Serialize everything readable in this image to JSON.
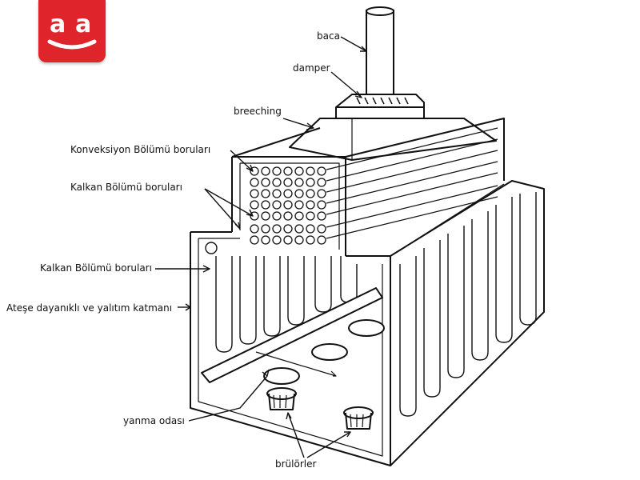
{
  "brand": {
    "logo_text": "a a",
    "logo_color": "#e0242b"
  },
  "diagram": {
    "labels": {
      "baca": "baca",
      "damper": "damper",
      "breeching": "breeching",
      "convection_tubes": "Konveksiyon Bölümü boruları",
      "shield_tubes_top": "Kalkan Bölümü boruları",
      "shield_tubes_side": "Kalkan Bölümü boruları",
      "refractory": "Ateşe dayanıklı ve yalıtım katmanı",
      "combustion_chamber": "yanma odası",
      "burners": "brülörler"
    }
  }
}
